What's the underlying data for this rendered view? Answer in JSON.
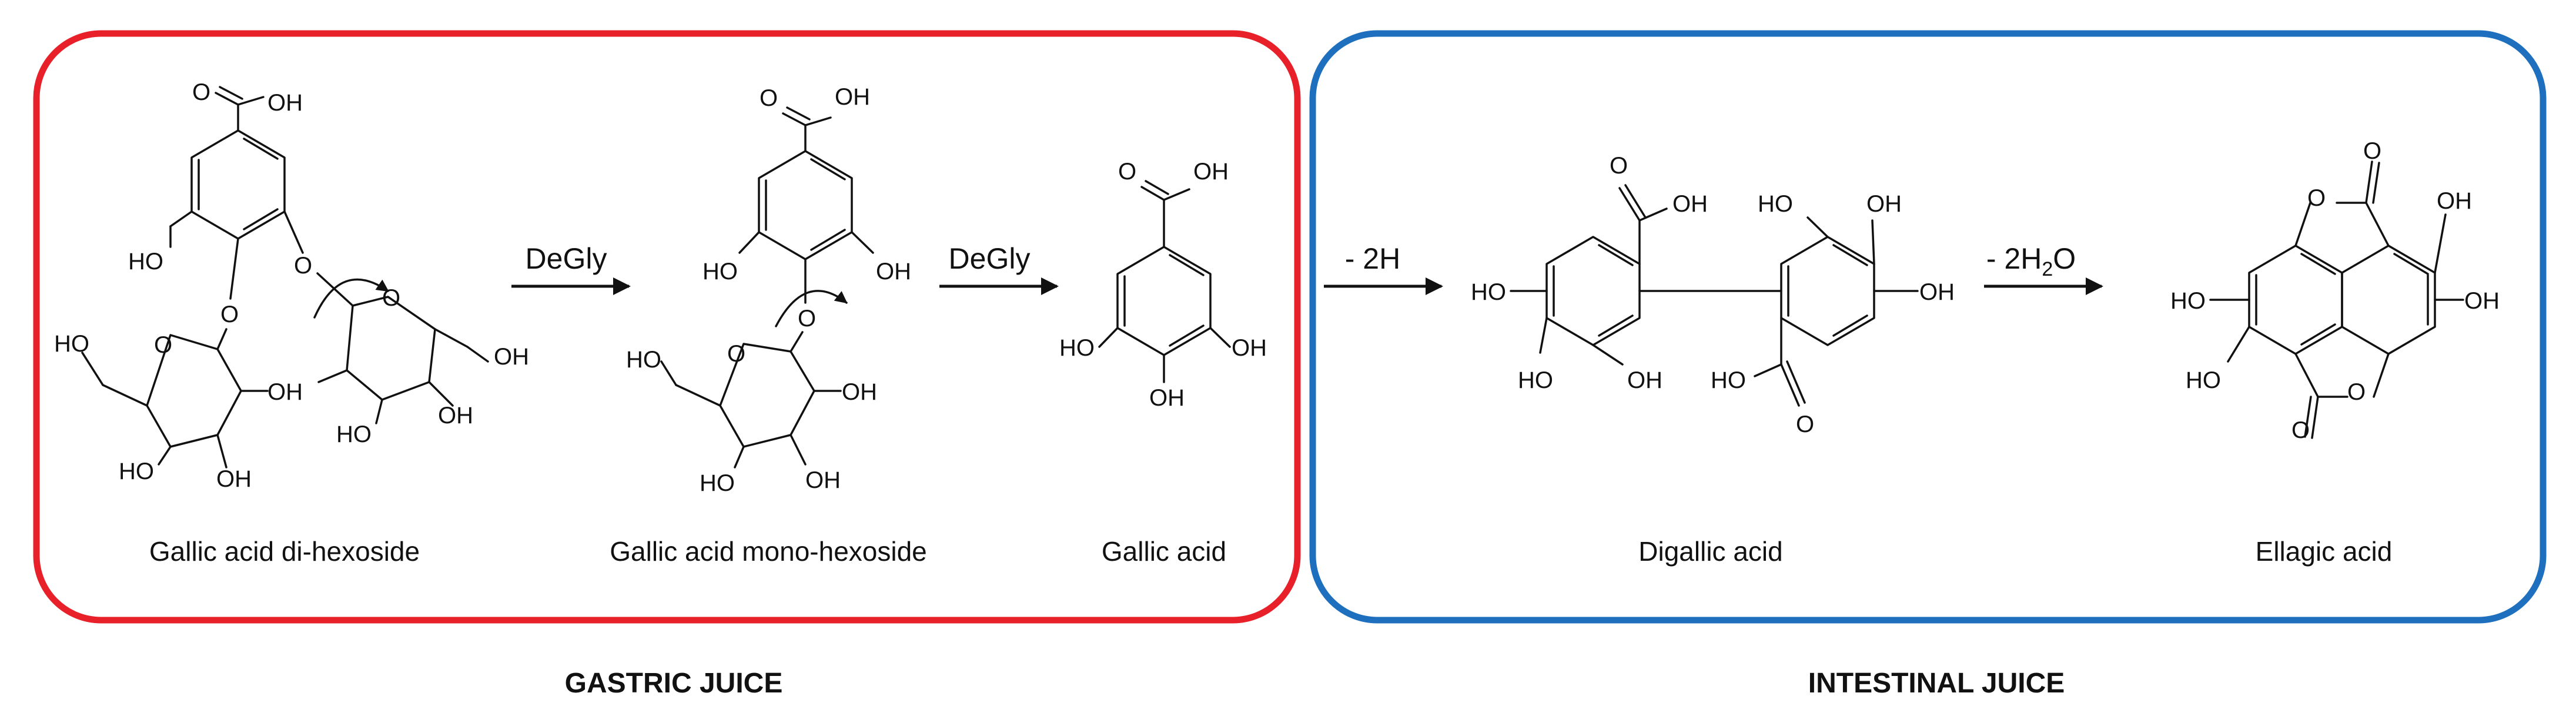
{
  "colors": {
    "gastric_border": "#e8202a",
    "intestinal_border": "#1e6fbe",
    "ink": "#111111"
  },
  "sections": {
    "gastric": {
      "title": "GASTRIC JUICE"
    },
    "intestinal": {
      "title": "INTESTINAL JUICE"
    }
  },
  "steps": {
    "degly_1": "DeGly",
    "degly_2": "DeGly",
    "minus_2h": "- 2H",
    "minus_2h2o_prefix": "- 2H",
    "minus_2h2o_sub": "2",
    "minus_2h2o_suffix": "O"
  },
  "compounds": {
    "di_hexoside": "Gallic acid di-hexoside",
    "mono_hexoside": "Gallic acid mono-hexoside",
    "gallic": "Gallic acid",
    "digallic": "Digallic acid",
    "ellagic": "Ellagic acid"
  },
  "atoms": {
    "o": "O",
    "oh": "OH",
    "ho": "HO"
  },
  "icons": [
    "curved-reaction-arrow-icon",
    "reaction-arrow-icon"
  ]
}
